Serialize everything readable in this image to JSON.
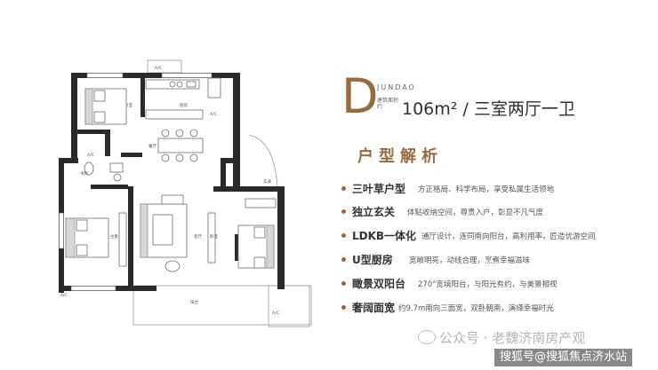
{
  "floorplan": {
    "rooms": {
      "bedroom_top": "卧室",
      "kitchen": "厨房",
      "dining": "餐厅",
      "study": "书房",
      "entry": "玄关",
      "master": "主卧",
      "living": "客厅",
      "bedroom_right": "卧室",
      "balcony": "阳台"
    },
    "ac_marks": [
      "A/C",
      "A/C",
      "A/C",
      "A/C",
      "A/C"
    ]
  },
  "header": {
    "letter": "D",
    "english_name": "JUNDAO",
    "area_label": "建筑面积约",
    "area_value": "106m²",
    "layout": "/ 三室两厅一卫"
  },
  "analysis": {
    "title": "户型解析",
    "features": [
      {
        "title": "三叶草户型",
        "desc": "方正格局、科学布局，享受私属生活领地"
      },
      {
        "title": "独立玄关",
        "desc": "体贴收纳空间，尊贵入户，彰显不凡气度"
      },
      {
        "title": "LDKB一体化",
        "desc": "通厅设计，连同南向阳台，高利用率，匠造优游空间"
      },
      {
        "title": "U型厨房",
        "desc": "宽敞明亮，动线合理，烹煮幸福滋味"
      },
      {
        "title": "瞰景双阳台",
        "desc": "270°宽境阳台，与阳光有约，与美景相视"
      },
      {
        "title": "奢阔面宽",
        "desc": "约9.7m南向三面宽，双卧朝南，演绎幸福时光"
      }
    ]
  },
  "watermarks": {
    "wechat": "公众号 · 老魏济南房产观",
    "sohu": "搜狐号@搜狐焦点济水站"
  },
  "colors": {
    "accent": "#9a6a3f",
    "wall": "#2a2a2a"
  }
}
